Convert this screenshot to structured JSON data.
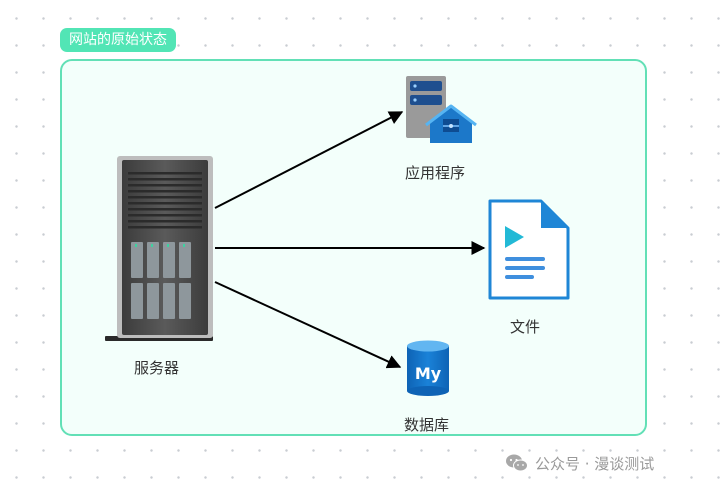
{
  "diagram": {
    "title": "网站的原始状态",
    "nodes": {
      "server": {
        "label": "服务器",
        "icon": "server-tower-icon"
      },
      "app": {
        "label": "应用程序",
        "icon": "app-server-icon"
      },
      "file": {
        "label": "文件",
        "icon": "document-file-icon"
      },
      "db": {
        "label": "数据库",
        "icon": "mysql-database-icon",
        "badge_text": "My"
      }
    },
    "edges": [
      {
        "from": "server",
        "to": "app"
      },
      {
        "from": "server",
        "to": "file"
      },
      {
        "from": "server",
        "to": "db"
      }
    ]
  },
  "watermark": {
    "text": "公众号 · 漫谈测试",
    "icon": "wechat-icon"
  },
  "colors": {
    "accent": "#52e5b5",
    "container_border": "#62e0b6",
    "container_fill": "#f3fffb",
    "arrow": "#000000",
    "file_blue": "#1f86d6",
    "db_blue": "#1474c8"
  }
}
